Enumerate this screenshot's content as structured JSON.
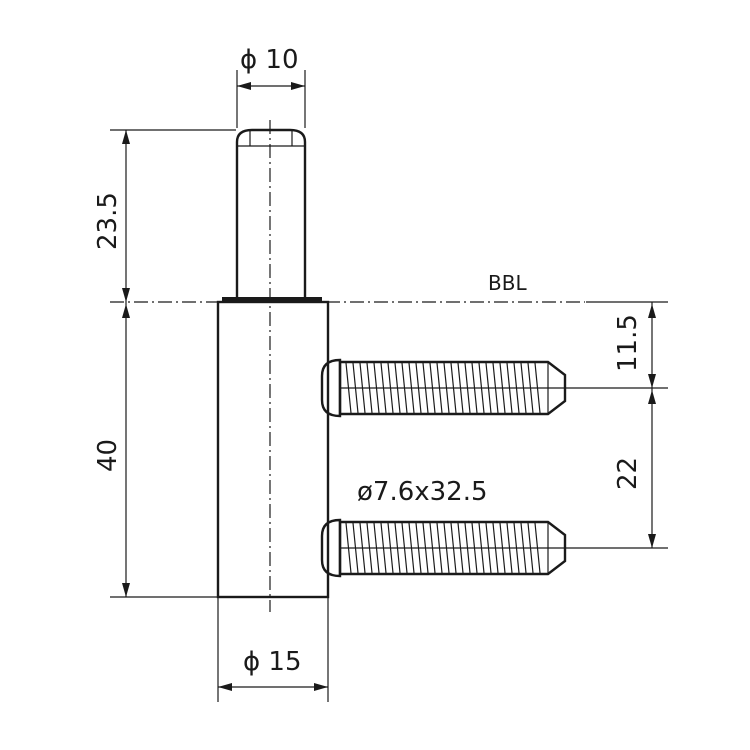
{
  "drawing": {
    "pin_diameter": "ϕ 10",
    "pin_height": "23.5",
    "reference_line": "BBL",
    "sleeve_height": "40",
    "screw_offset": "11.5",
    "screw_spacing": "22",
    "screw_size": "ø7.6x32.5",
    "sleeve_diameter": "ϕ 15"
  },
  "colors": {
    "line": "#1a1a1a",
    "background": "#ffffff"
  }
}
